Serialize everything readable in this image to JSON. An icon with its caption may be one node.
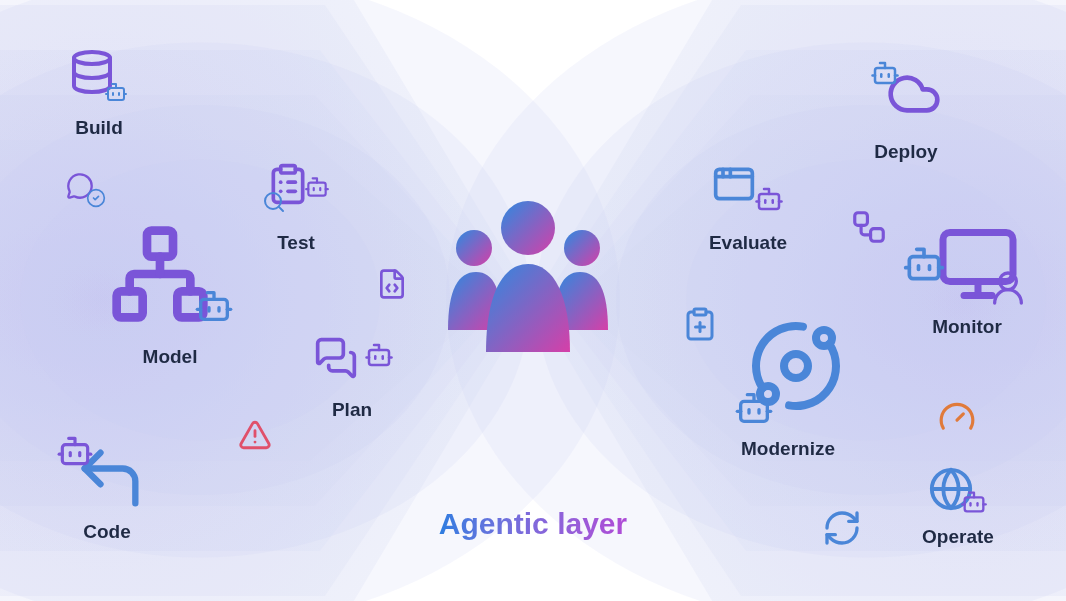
{
  "diagram": {
    "labels": [
      "Build",
      "Deploy",
      "Test",
      "Evaluate",
      "Monitor",
      "Model",
      "Plan",
      "Modernize",
      "Code",
      "Agentic layer",
      "Operate"
    ]
  }
}
